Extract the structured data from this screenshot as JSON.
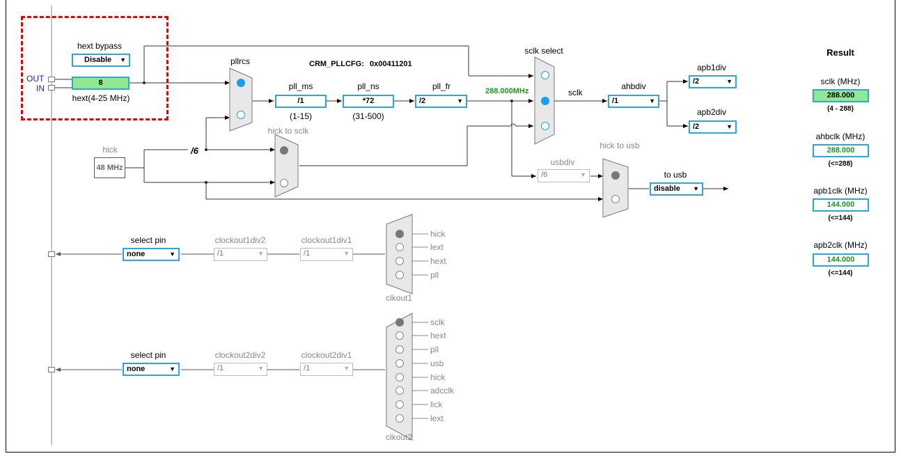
{
  "result": {
    "title": "Result",
    "sclk": {
      "label": "sclk (MHz)",
      "value": "288.000",
      "range": "(4 - 288)"
    },
    "ahbclk": {
      "label": "ahbclk (MHz)",
      "value": "288.000",
      "range": "(<=288)"
    },
    "apb1clk": {
      "label": "apb1clk (MHz)",
      "value": "144.000",
      "range": "(<=144)"
    },
    "apb2clk": {
      "label": "apb2clk (MHz)",
      "value": "144.000",
      "range": "(<=144)"
    }
  },
  "hext": {
    "bypass_label": "hext bypass",
    "bypass_value": "Disable",
    "out_label": "OUT",
    "in_label": "IN",
    "value": "8",
    "caption": "hext(4-25 MHz)"
  },
  "hick": {
    "label": "hick",
    "value": "48 MHz",
    "div": "/6"
  },
  "pllrcs": {
    "label": "pllrcs"
  },
  "crm": {
    "label": "CRM_PLLCFG:",
    "value": "0x00411201"
  },
  "pll_ms": {
    "label": "pll_ms",
    "value": "/1",
    "range": "(1-15)"
  },
  "pll_ns": {
    "label": "pll_ns",
    "value": "*72",
    "range": "(31-500)"
  },
  "pll_fr": {
    "label": "pll_fr",
    "value": "/2"
  },
  "pll_freq": "288.000MHz",
  "sclk_select": {
    "label": "sclk select",
    "out_label": "sclk"
  },
  "hick_to_sclk": "hick to sclk",
  "ahbdiv": {
    "label": "ahbdiv",
    "value": "/1"
  },
  "apb1div": {
    "label": "apb1div",
    "value": "/2"
  },
  "apb2div": {
    "label": "apb2div",
    "value": "/2"
  },
  "usbdiv": {
    "label": "usbdiv",
    "value": "/6"
  },
  "hick_to_usb": "hick to usb",
  "to_usb": {
    "label": "to usb",
    "value": "disable"
  },
  "clkout1": {
    "select_pin_label": "select pin",
    "select_pin_value": "none",
    "div2_label": "clockout1div2",
    "div2_value": "/1",
    "div1_label": "clockout1div1",
    "div1_value": "/1",
    "mux_label": "clkout1",
    "sources": [
      "hick",
      "lext",
      "hext",
      "pll"
    ]
  },
  "clkout2": {
    "select_pin_label": "select pin",
    "select_pin_value": "none",
    "div2_label": "clockout2div2",
    "div2_value": "/1",
    "div1_label": "clockout2div1",
    "div1_value": "/1",
    "mux_label": "clkout2",
    "sources": [
      "sclk",
      "hext",
      "pll",
      "usb",
      "hick",
      "adcclk",
      "lick",
      "lext"
    ]
  },
  "colors": {
    "accent": "#2aa8dc",
    "green_fill": "#90e890",
    "green_text": "#1b9a1b",
    "highlight": "#e00000"
  }
}
